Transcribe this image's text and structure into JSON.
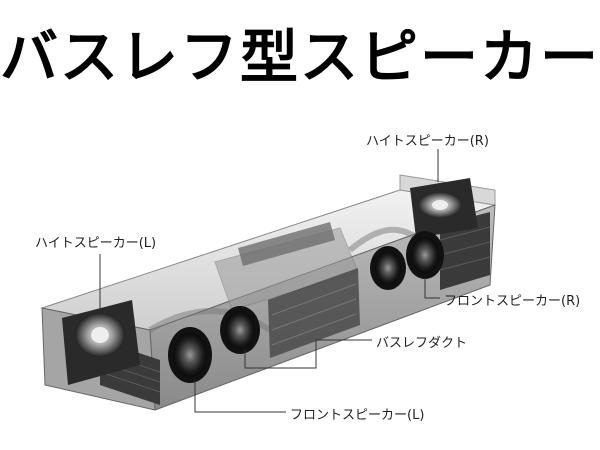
{
  "title": "バスレフ型スピーカー",
  "labels": {
    "height_speaker_r": "ハイトスピーカー(R)",
    "height_speaker_l": "ハイトスピーカー(L)",
    "front_speaker_r": "フロントスピーカー(R)",
    "bass_reflex_duct": "バスレフダクト",
    "front_speaker_l": "フロントスピーカー(L)"
  },
  "colors": {
    "title": "#000000",
    "label": "#222222",
    "leader_line": "#333333",
    "speaker_body": "#2a2a2a"
  }
}
